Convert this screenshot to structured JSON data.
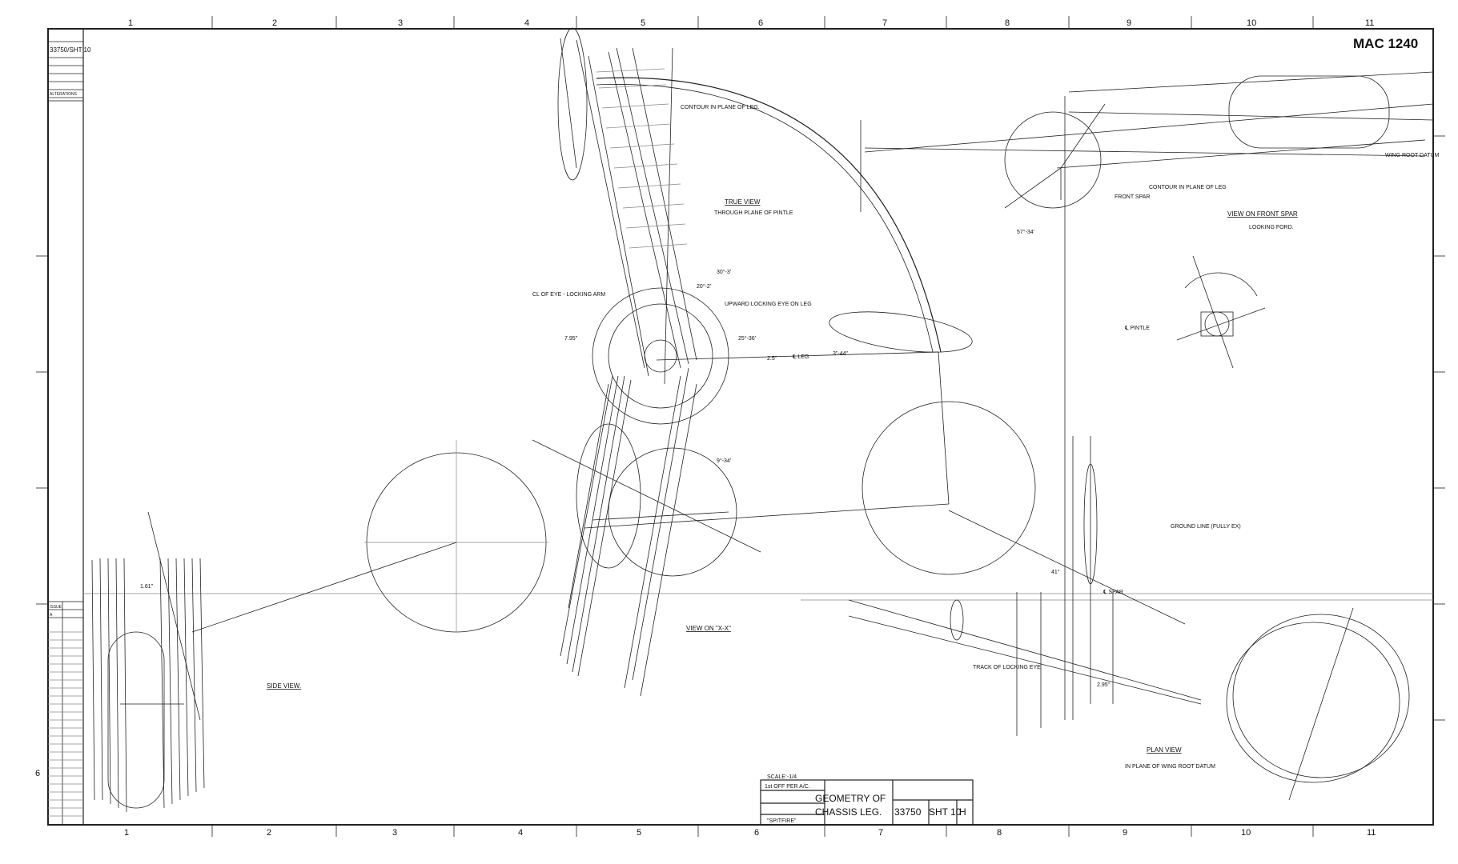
{
  "sheet": {
    "ref": "MAC 1240",
    "drawing_number": "33750",
    "sheet_number": "SHT 10",
    "issue_letter": "H",
    "title_line1": "GEOMETRY OF",
    "title_line2": "CHASSIS LEG.",
    "scale": "SCALE:-1/4",
    "aircraft": "\"SPITFIRE\"",
    "ref_note": "1st OFF PER A/C."
  },
  "border_numbers": [
    "1",
    "2",
    "3",
    "4",
    "5",
    "6",
    "7",
    "8",
    "9",
    "10",
    "11"
  ],
  "side_number": "6",
  "revision_block": {
    "top": "33750/SHT 10",
    "alterations": "ALTERATIONS",
    "issue_header": "ISSUE",
    "issue_first": "A"
  },
  "views": {
    "true_view": "TRUE VIEW",
    "true_view_sub": "THROUGH PLANE OF PINTLE",
    "front_spar": "VIEW ON FRONT SPAR",
    "front_spar_sub": "LOOKING FORD.",
    "view_xx": "VIEW ON \"X-X\"",
    "side": "SIDE VIEW.",
    "plan": "PLAN VIEW",
    "plan_sub": "IN PLANE OF WING ROOT DATUM"
  },
  "annotations": {
    "contour": "CONTOUR IN PLANE OF LEG.",
    "cl_eye": "CL OF EYE - LOCKING ARM",
    "upward_eye": "UPWARD LOCKING EYE ON LEG",
    "cl_leg": "℄ LEG",
    "front_spar": "FRONT SPAR",
    "contour_plane_leg": "CONTOUR IN PLANE OF LEG",
    "wing_root": "WING ROOT DATUM",
    "cl_pintle": "℄ PINTLE",
    "cl_spar": "℄ SPAR",
    "ground_line": "GROUND LINE (FULLY EX)",
    "track_eye": "TRACK OF LOCKING EYE",
    "dim_41": "41°",
    "dim_2_44": "3\"-44\"",
    "dim_25_36": "25°-36'",
    "dim_20_2": "20°-2'",
    "dim_30_3": "30°-3'",
    "dim_57_34": "57°-34'",
    "dim_9_34": "9°-34'",
    "dim_2_95": "2.95\"",
    "dim_7_95": "7.95\"",
    "dim_1_61": "1.61\"",
    "dim_2_5": "2.5\""
  }
}
